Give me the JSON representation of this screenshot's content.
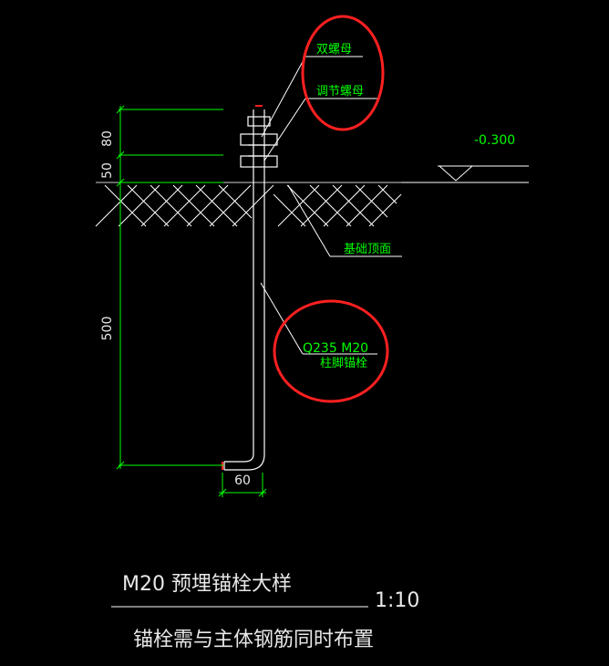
{
  "drawing": {
    "dims": {
      "d80": "80",
      "d50": "50",
      "d500": "500",
      "d60": "60"
    },
    "elevation": "-0.300",
    "callouts": {
      "double_nut": "双螺母",
      "adjust_nut": "调节螺母",
      "foundation_top": "基础顶面",
      "bolt_spec": "Q235 M20",
      "bolt_name": "柱脚锚栓"
    },
    "title": {
      "main": "M20 预埋锚栓大样",
      "scale": "1:10",
      "note": "锚栓需与主体钢筋同时布置"
    },
    "colors": {
      "background": "#000000",
      "geometry": "#ffffff",
      "dimension": "#00ff00",
      "highlight": "#ff2020",
      "text": "#e8e8e8"
    }
  }
}
